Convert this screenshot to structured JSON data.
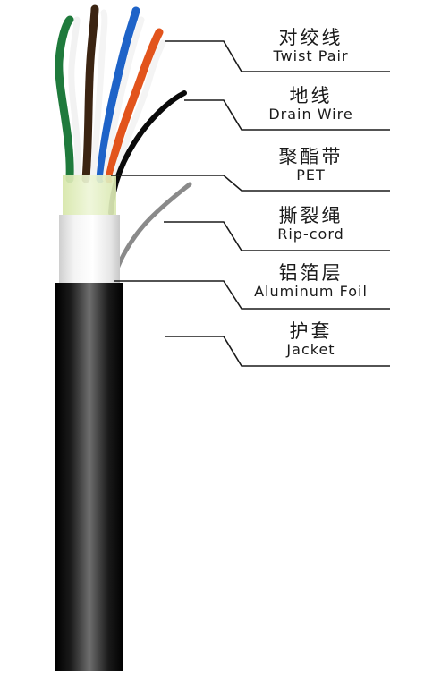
{
  "layers": [
    {
      "zh": "对绞线",
      "en": "Twist Pair"
    },
    {
      "zh": "地线",
      "en": "Drain Wire"
    },
    {
      "zh": "聚酯带",
      "en": "PET"
    },
    {
      "zh": "撕裂绳",
      "en": "Rip-cord"
    },
    {
      "zh": "铝箔层",
      "en": "Aluminum Foil"
    },
    {
      "zh": "护套",
      "en": "Jacket"
    }
  ],
  "colors": {
    "jacket": "#0c0c0c",
    "foil": "#e4e4e4",
    "pet": "#e4efc0",
    "drain_wire": "#0a0a0a",
    "rip_cord": "#8a8a8a",
    "pair_green": "#1f7a3c",
    "pair_brown": "#3b2412",
    "pair_blue": "#1e63c8",
    "pair_orange": "#e2541c",
    "leader_line": "#1a1a1a"
  }
}
